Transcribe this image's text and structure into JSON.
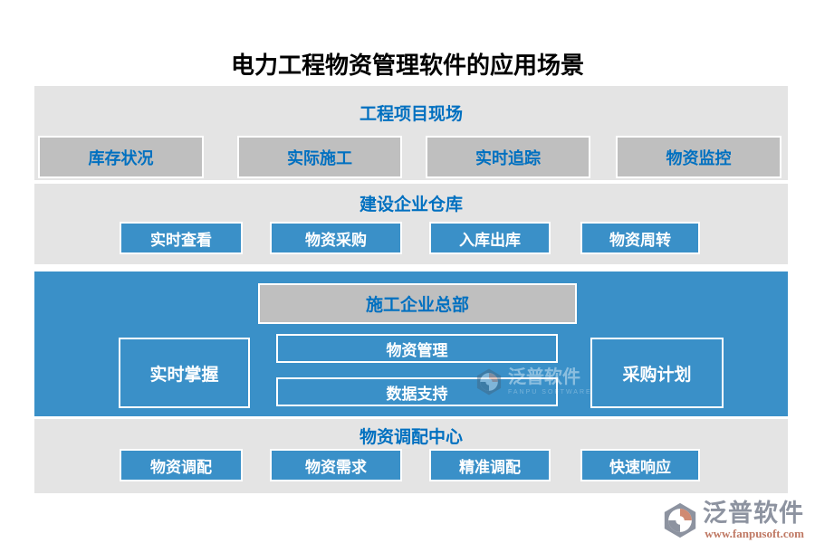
{
  "title": "电力工程物资管理软件的应用场景",
  "sections": [
    {
      "header": "工程项目现场",
      "buttons": [
        "库存状况",
        "实际施工",
        "实时追踪",
        "物资监控"
      ]
    },
    {
      "header": "建设企业仓库",
      "buttons": [
        "实时查看",
        "物资采购",
        "入库出库",
        "物资周转"
      ]
    },
    {
      "header": "施工企业总部",
      "left_button": "实时掌握",
      "center_buttons": [
        "物资管理",
        "数据支持"
      ],
      "right_button": "采购计划"
    },
    {
      "header": "物资调配中心",
      "buttons": [
        "物资调配",
        "物资需求",
        "精准调配",
        "快速响应"
      ]
    }
  ],
  "watermark": {
    "name": "泛普软件",
    "subtitle": "FANPU SOFTWARE"
  },
  "footer": {
    "brand": "泛普软件",
    "url": "www.fanpusoft.com"
  },
  "colors": {
    "accent_blue": "#3a90c8",
    "header_text_blue": "#0070c0",
    "section_gray": "#e4e4e4",
    "node_gray": "#bfbfbf",
    "logo_gray": "#8d93a0",
    "logo_salmon": "#d08a72"
  }
}
